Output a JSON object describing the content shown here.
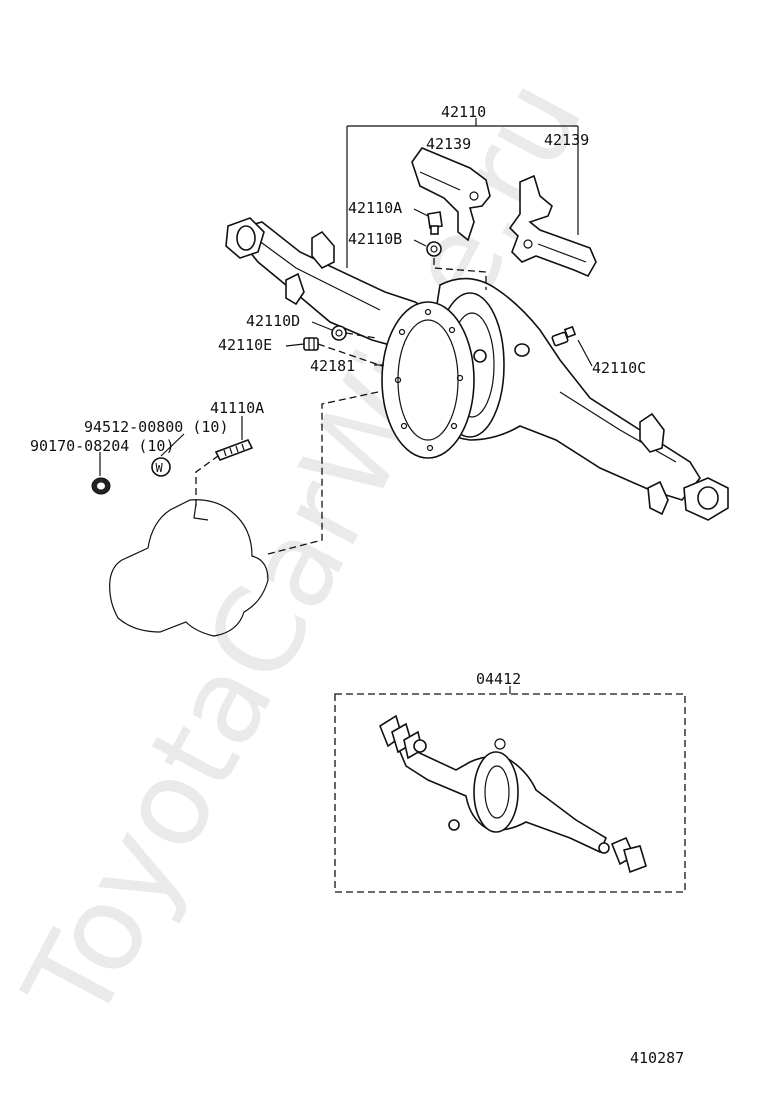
{
  "watermark": "ToyotaCarWine.ru",
  "diagram_id": "410287",
  "labels": {
    "p42110": "42110",
    "p42139_left": "42139",
    "p42139_right": "42139",
    "p42110A": "42110A",
    "p42110B": "42110B",
    "p42110C": "42110C",
    "p42110D": "42110D",
    "p42110E": "42110E",
    "p42181": "42181",
    "p41110A": "41110A",
    "p94512": "94512-00800 (10)",
    "p90170": "90170-08204 (10)",
    "washer_mark": "W",
    "p04412": "04412"
  }
}
